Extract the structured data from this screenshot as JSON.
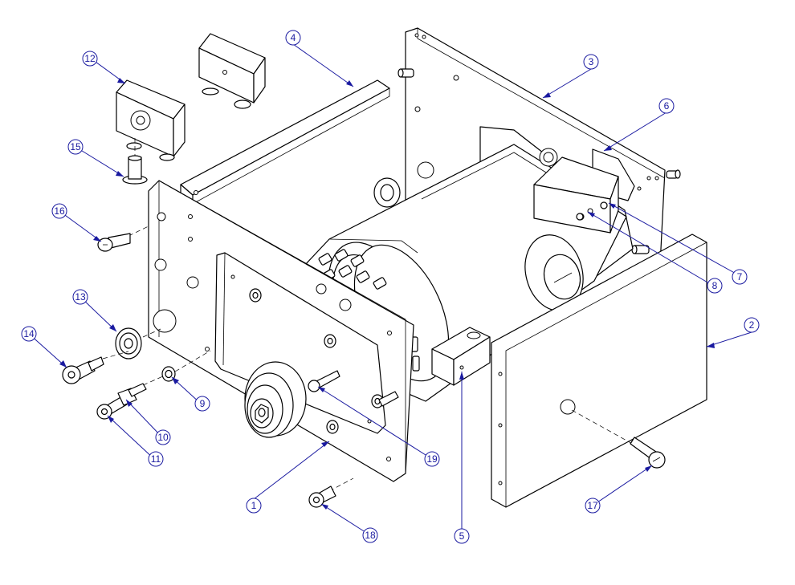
{
  "callouts": [
    {
      "id": "c1",
      "label": "1"
    },
    {
      "id": "c2",
      "label": "2"
    },
    {
      "id": "c3",
      "label": "3"
    },
    {
      "id": "c4",
      "label": "4"
    },
    {
      "id": "c5",
      "label": "5"
    },
    {
      "id": "c6",
      "label": "6"
    },
    {
      "id": "c7",
      "label": "7"
    },
    {
      "id": "c8",
      "label": "8"
    },
    {
      "id": "c9",
      "label": "9"
    },
    {
      "id": "c10",
      "label": "10"
    },
    {
      "id": "c11",
      "label": "11"
    },
    {
      "id": "c12",
      "label": "12"
    },
    {
      "id": "c13",
      "label": "13"
    },
    {
      "id": "c14",
      "label": "14"
    },
    {
      "id": "c15",
      "label": "15"
    },
    {
      "id": "c16",
      "label": "16"
    },
    {
      "id": "c17",
      "label": "17"
    },
    {
      "id": "c18",
      "label": "18"
    },
    {
      "id": "c19",
      "label": "19"
    }
  ],
  "colors": {
    "line": "#000000",
    "callout": "#1a1aa0",
    "background": "#ffffff"
  }
}
